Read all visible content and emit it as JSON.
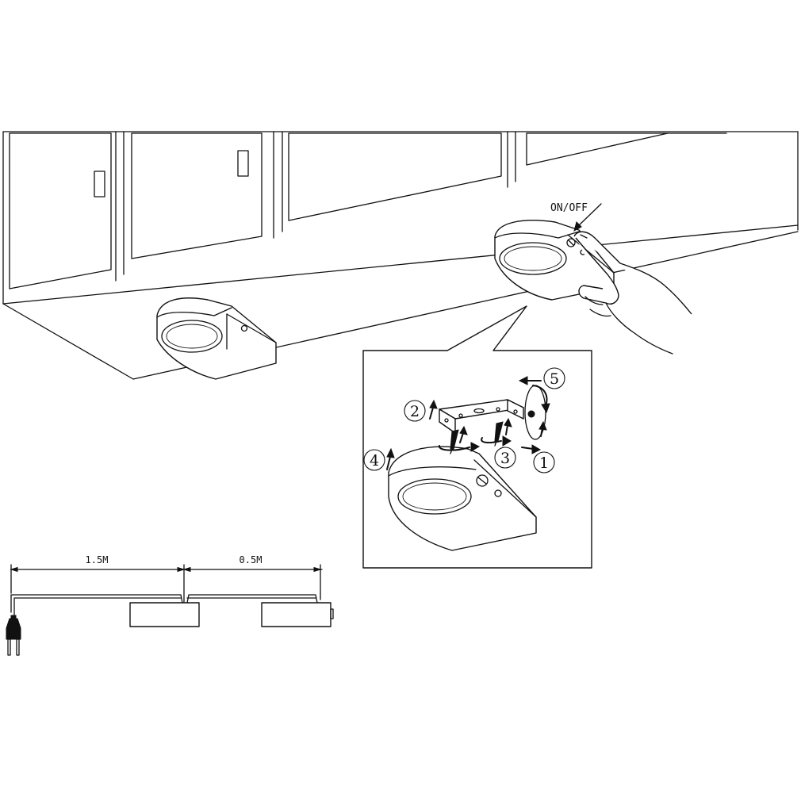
{
  "callout": {
    "switch_label": "ON/OFF"
  },
  "install_steps": [
    {
      "number": "1"
    },
    {
      "number": "2"
    },
    {
      "number": "3"
    },
    {
      "number": "4"
    },
    {
      "number": "5"
    }
  ],
  "wiring": {
    "segment_a_length": "1.5M",
    "segment_b_length": "0.5M"
  }
}
